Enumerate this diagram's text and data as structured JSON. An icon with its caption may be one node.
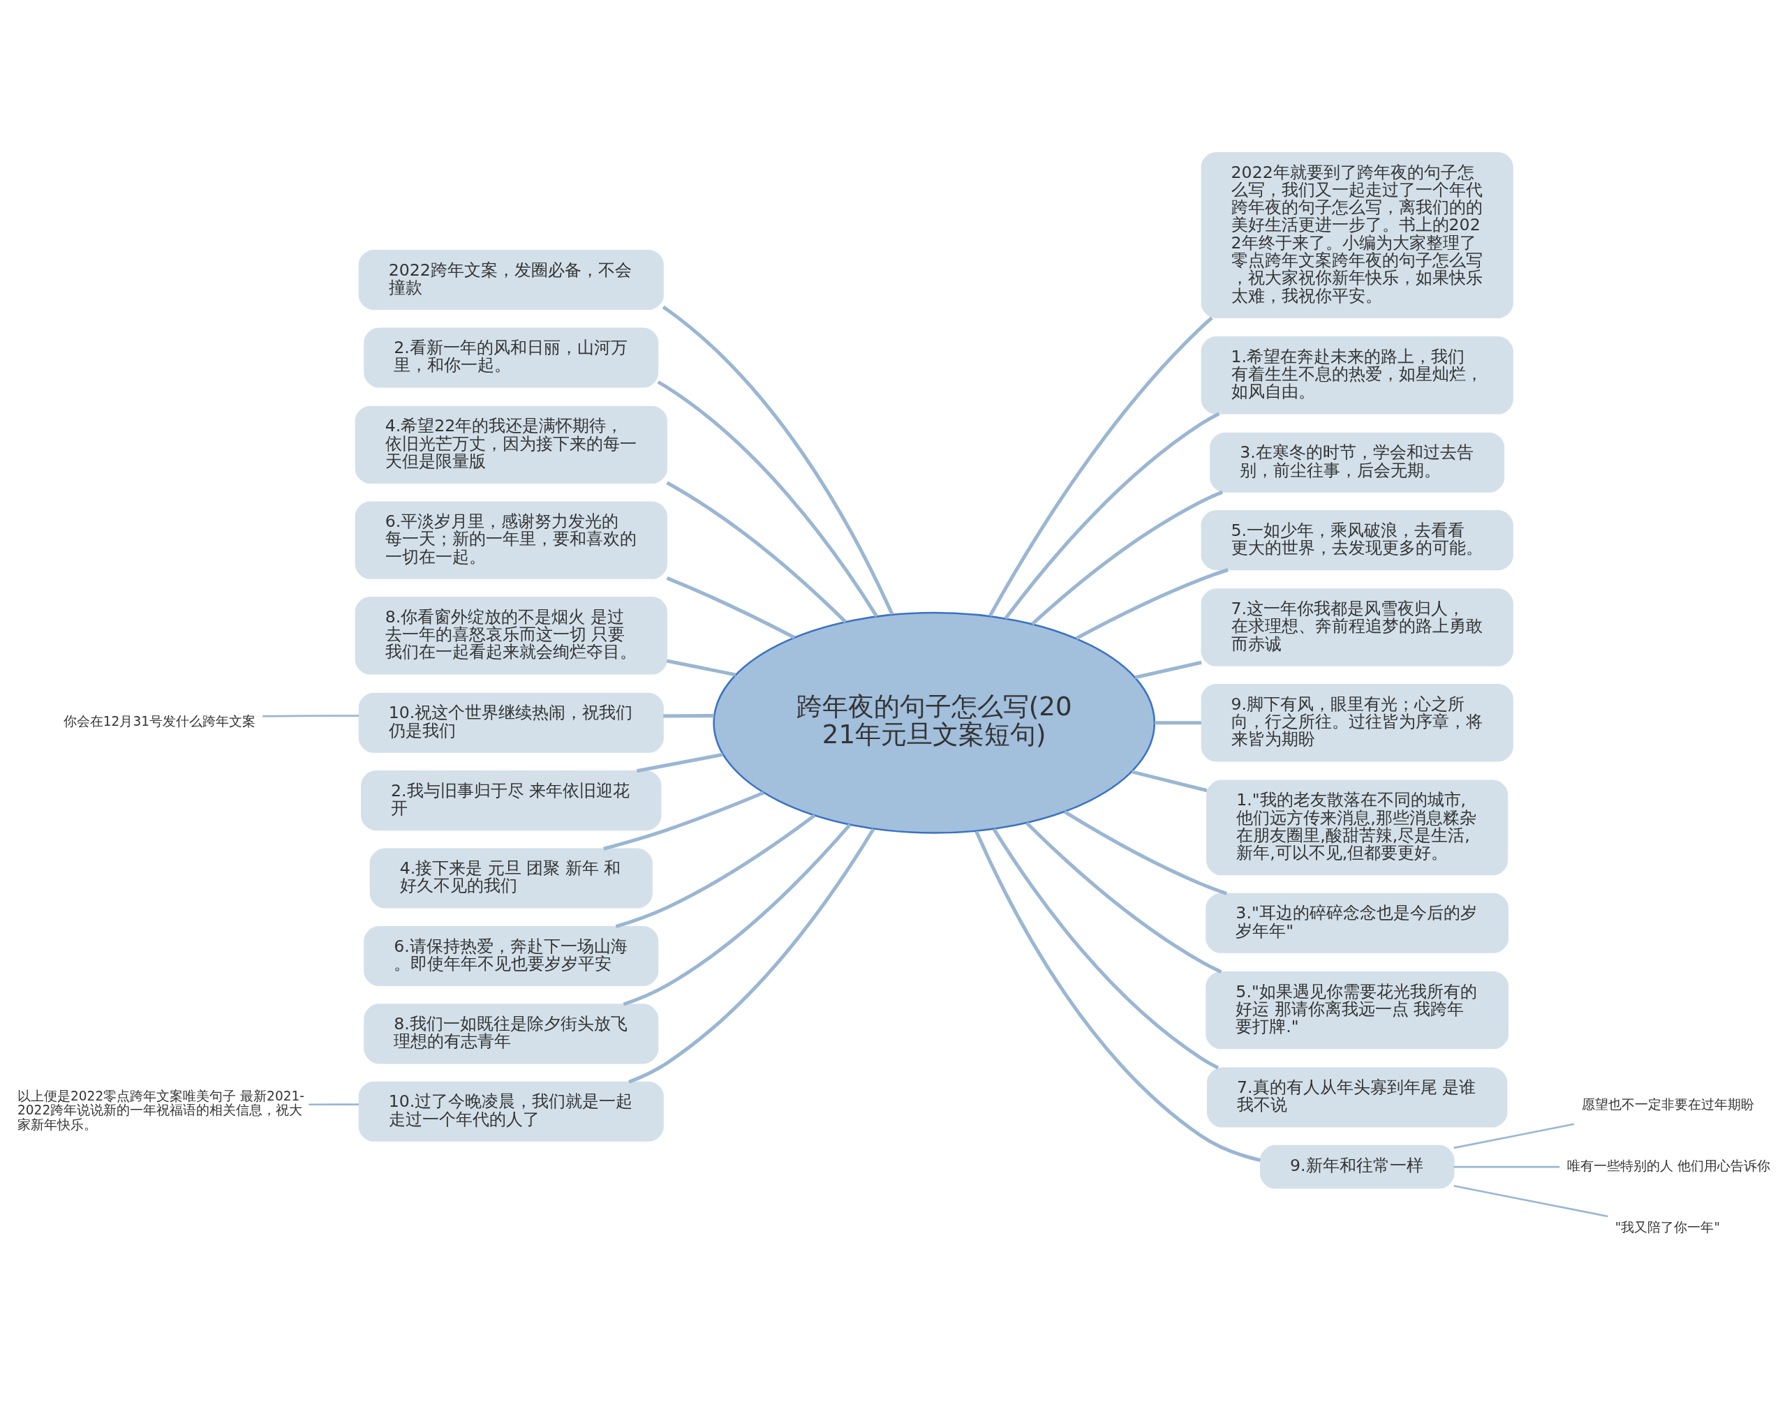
{
  "diagram": {
    "nodes": [
      {
        "text": [
          "跨年夜的句子怎么写(2021年元旦文案短句)"
        ]
      },
      {
        "text": [
          "2022年就要到了跨年夜的句子怎么写，我们又一起走过了一个年代跨年夜的句子怎么写，离我们的的美好生活更进一步了。书上的2022年终于来了。小编为大家整理了零点跨年文案跨年夜的句子怎么写，祝大家祝你新年快乐，如果快乐太难，我祝你平安。"
        ]
      },
      {
        "text": [
          "1.希望在奔赴未来的路上，我们有着生生不息的热爱，如星灿烂，如风自由。"
        ]
      },
      {
        "text": [
          "3.在寒冬的时节，学会和过去告别，前尘往事，后会无期。"
        ]
      },
      {
        "text": [
          "5.一如少年，乘风破浪，去看看更大的世界，去发现更多的可能。"
        ]
      },
      {
        "text": [
          "7.这一年你我都是风雪夜归人，在求理想、奔前程追梦的路上勇敢而赤诚"
        ]
      },
      {
        "text": [
          "9.脚下有风，眼里有光；心之所向，行之所往。过往皆为序章，将来皆为期盼"
        ]
      },
      {
        "text": [
          "1.\"我的老友散落在不同的城市,他们远方传来消息,那些消息糅杂在朋友圈里,酸甜苦辣,尽是生活,新年,可以不见,但都要更好。"
        ]
      },
      {
        "text": [
          "3.\"耳边的碎碎念念也是今后的岁岁年年\""
        ]
      },
      {
        "text": [
          "5.\"如果遇见你需要花光我所有的好运 那请你离我远一点 我跨年要打牌.\""
        ]
      },
      {
        "text": [
          "7.真的有人从年头寡到年尾 是谁我不说"
        ]
      },
      {
        "text": [
          "9.新年和往常一样"
        ]
      },
      {
        "text": [
          "愿望也不一定非要在过年期盼"
        ]
      },
      {
        "text": [
          "唯有一些特别的人 他们用心告诉你"
        ]
      },
      {
        "text": [
          "\"我又陪了你一年\""
        ]
      },
      {
        "text": [
          "2022跨年文案，发圈必备，不会撞款"
        ]
      },
      {
        "text": [
          "2.看新一年的风和日丽，山河万里，和你一起。"
        ]
      },
      {
        "text": [
          "4.希望22年的我还是满怀期待，依旧光芒万丈，因为接下来的每一天但是限量版"
        ]
      },
      {
        "text": [
          "6.平淡岁月里，感谢努力发光的每一天；新的一年里，要和喜欢的一切在一起。"
        ]
      },
      {
        "text": [
          "8.你看窗外绽放的不是烟火 是过去一年的喜怒哀乐而这一切 只要我们在一起看起来就会绚烂夺目。"
        ]
      },
      {
        "text": [
          "10.祝这个世界继续热闹，祝我们仍是我们"
        ]
      },
      {
        "text": [
          "你会在12月31号发什么跨年文案"
        ]
      },
      {
        "text": [
          "2.我与旧事归于尽 来年依旧迎花开"
        ]
      },
      {
        "text": [
          "4.接下来是 元旦 团聚 新年 和好久不见的我们"
        ]
      },
      {
        "text": [
          "6.请保持热爱，奔赴下一场山海。即使年年不见也要岁岁平安"
        ]
      },
      {
        "text": [
          "8.我们一如既往是除夕街头放飞理想的有志青年"
        ]
      },
      {
        "text": [
          "10.过了今晚凌晨，我们就是一起走过一个年代的人了"
        ]
      },
      {
        "text": [
          "以上便是2022零点跨年文案唯美句子 最新2021-2022跨年说说新的一年祝福语的相关信息，祝大家新年快乐。"
        ]
      }
    ],
    "edges": [
      {
        "from": 0,
        "to": 1,
        "arrow": "none"
      },
      {
        "from": 0,
        "to": 2,
        "arrow": "none"
      },
      {
        "from": 0,
        "to": 3,
        "arrow": "none"
      },
      {
        "from": 0,
        "to": 4,
        "arrow": "none"
      },
      {
        "from": 0,
        "to": 5,
        "arrow": "none"
      },
      {
        "from": 0,
        "to": 6,
        "arrow": "none"
      },
      {
        "from": 0,
        "to": 7,
        "arrow": "none"
      },
      {
        "from": 0,
        "to": 8,
        "arrow": "none"
      },
      {
        "from": 0,
        "to": 9,
        "arrow": "none"
      },
      {
        "from": 0,
        "to": 10,
        "arrow": "none"
      },
      {
        "from": 0,
        "to": 11,
        "arrow": "none"
      },
      {
        "from": 11,
        "to": 12,
        "arrow": "none"
      },
      {
        "from": 11,
        "to": 13,
        "arrow": "none"
      },
      {
        "from": 11,
        "to": 14,
        "arrow": "none"
      },
      {
        "from": 0,
        "to": 15,
        "arrow": "none"
      },
      {
        "from": 0,
        "to": 16,
        "arrow": "none"
      },
      {
        "from": 0,
        "to": 17,
        "arrow": "none"
      },
      {
        "from": 0,
        "to": 18,
        "arrow": "none"
      },
      {
        "from": 0,
        "to": 19,
        "arrow": "none"
      },
      {
        "from": 0,
        "to": 20,
        "arrow": "none"
      },
      {
        "from": 20,
        "to": 21,
        "arrow": "none"
      },
      {
        "from": 0,
        "to": 22,
        "arrow": "none"
      },
      {
        "from": 0,
        "to": 23,
        "arrow": "none"
      },
      {
        "from": 0,
        "to": 24,
        "arrow": "none"
      },
      {
        "from": 0,
        "to": 25,
        "arrow": "none"
      },
      {
        "from": 0,
        "to": 26,
        "arrow": "none"
      },
      {
        "from": 26,
        "to": 27,
        "arrow": "none"
      }
    ]
  }
}
